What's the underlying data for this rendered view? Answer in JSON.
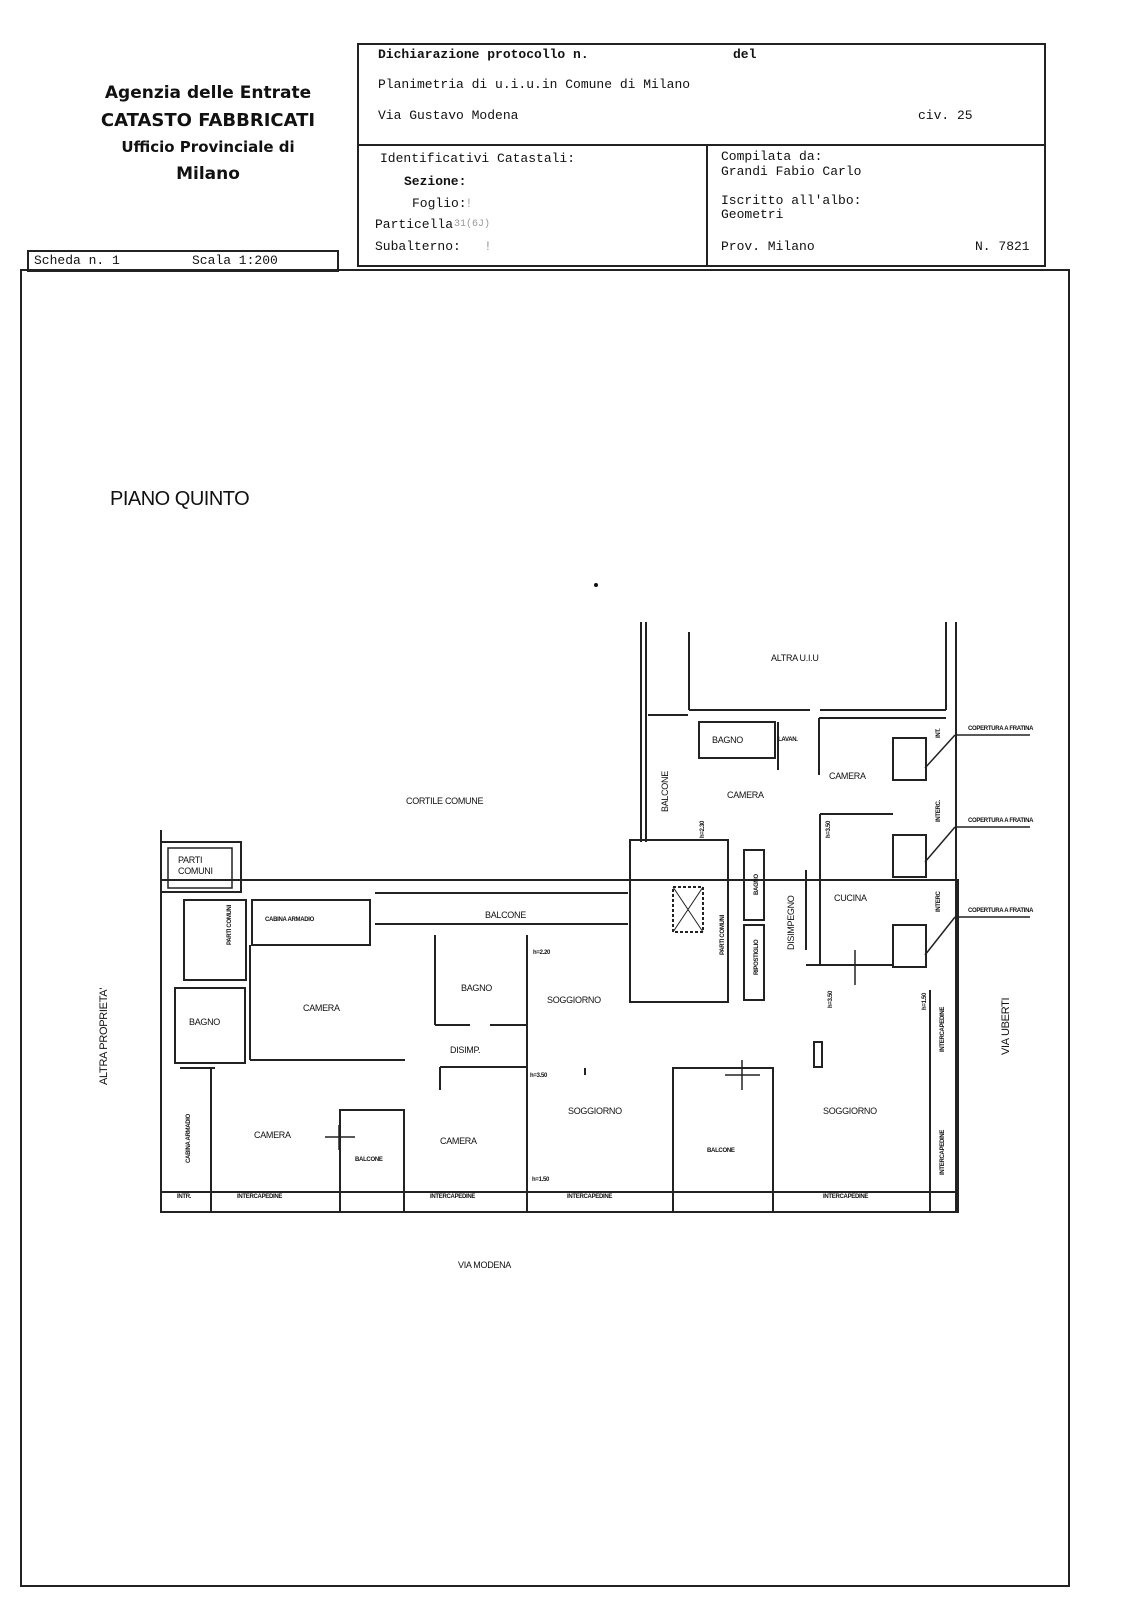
{
  "agency": {
    "line1": "Agenzia delle Entrate",
    "line2": "CATASTO FABBRICATI",
    "line3": "Ufficio Provinciale di",
    "line4": "Milano"
  },
  "header": {
    "protocol_label": "Dichiarazione protocollo n.",
    "del_label": "del",
    "planimetria": "Planimetria di u.i.u.in Comune di Milano",
    "address": "Via Gustavo Modena",
    "civic": "civ. 25",
    "identificativi_label": "Identificativi Catastali:",
    "sezione_label": "Sezione:",
    "foglio_label": "Foglio:",
    "foglio_value": "!",
    "particella_label": "Particella",
    "particella_value": "31(6J)",
    "subalterno_label": "Subalterno:",
    "subalterno_value": "!",
    "compilata_label": "Compilata da:",
    "compilata_value": "Grandi Fabio Carlo",
    "iscritto_label": "Iscritto all'albo:",
    "iscritto_value": "Geometri",
    "prov": "Prov. Milano",
    "number": "N. 7821"
  },
  "scheda": {
    "label": "Scheda n. 1",
    "scale": "Scala 1:200"
  },
  "plan": {
    "floor_title": "PIANO QUINTO",
    "cortile": "CORTILE COMUNE",
    "altra_uiu": "ALTRA U.I.U",
    "altra_proprieta": "ALTRA PROPRIETA'",
    "via_uberti": "VIA UBERTI",
    "via_modena": "VIA MODENA",
    "rooms": {
      "bagno_top": "BAGNO",
      "lavan": "LAVAN.",
      "camera_ne": "CAMERA",
      "camera_n": "CAMERA",
      "balcone_n": "BALCONE",
      "copertura1": "COPERTURA A FRATINA",
      "copertura2": "COPERTURA A FRATINA",
      "copertura3": "COPERTURA A FRATINA",
      "int": "INT.",
      "interc1": "INTERC.",
      "interc2": "INTERC",
      "h230": "h=2.30",
      "h350a": "h=3.50",
      "bagno_small": "BAGNO",
      "disimpegno": "DISIMPEGNO",
      "parti_comuni_stair": "PARTI COMUNI",
      "ripostiglio": "RIPOSTIGLIO",
      "cucina": "CUCINA",
      "parti_comuni_box": "PARTI COMUNI",
      "cabina_armadio": "CABINA ARMADIO",
      "parti_comuni_small": "PARTI COMUNI",
      "balcone_w": "BALCONE",
      "h220": "h=2.20",
      "bagno_mid": "BAGNO",
      "soggiorno_w": "SOGGIORNO",
      "camera_w": "CAMERA",
      "bagno_left": "BAGNO",
      "disimp": "DISIMP.",
      "h350b": "h=3.50",
      "cabina_armadio_v": "CABINA ARMADIO",
      "camera_sw": "CAMERA",
      "balcone_s1": "BALCONE",
      "camera_s": "CAMERA",
      "soggiorno_s": "SOGGIORNO",
      "balcone_s2": "BALCONE",
      "soggiorno_se": "SOGGIORNO",
      "h150a": "h=1.50",
      "h150b": "h=1.50",
      "h350c": "h=3.50",
      "intr": "INTR.",
      "intercapedine1": "INTERCAPEDINE",
      "intercapedine2": "INTERCAPEDINE",
      "intercapedine3": "INTERCAPEDINE",
      "intercapedine4": "INTERCAPEDINE",
      "intercapedine_v1": "INTERCAPEDINE",
      "intercapedine_v2": "INTERCAPEDINE"
    }
  }
}
